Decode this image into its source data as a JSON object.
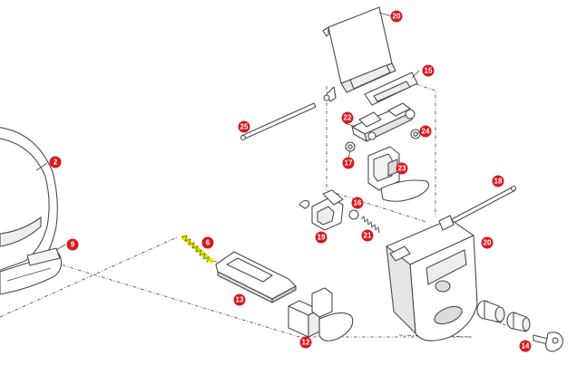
{
  "diagram": {
    "highlight_color": "#e4e600",
    "callout_color": "#d71920",
    "callouts": {
      "c2": "2",
      "c6": "6",
      "c9": "9",
      "c12": "12",
      "c13": "13",
      "c14": "14",
      "c15": "15",
      "c16": "16",
      "c17": "17",
      "c18": "18",
      "c19": "19",
      "c20a": "20",
      "c20b": "20",
      "c21": "21",
      "c22": "22",
      "c23": "23",
      "c24": "24",
      "c25": "25"
    },
    "highlighted_part": "6"
  }
}
